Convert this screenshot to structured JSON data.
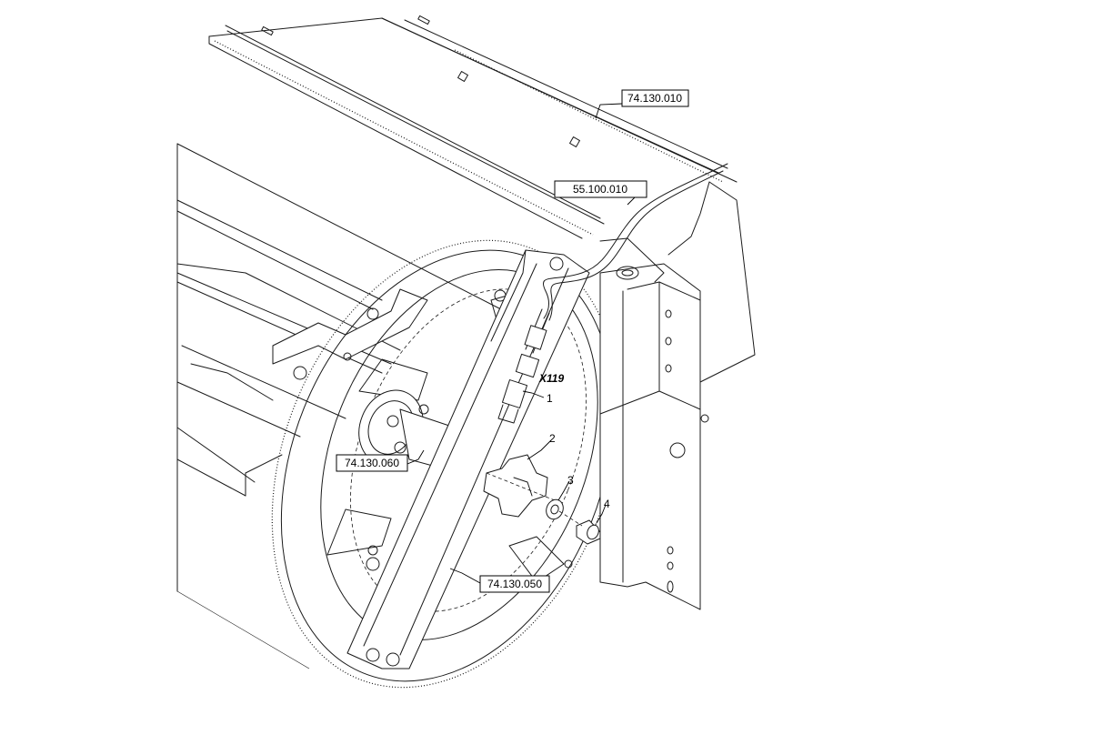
{
  "references": {
    "ref_top": "74.130.010",
    "ref_harness": "55.100.010",
    "ref_left": "74.130.060",
    "ref_bottom": "74.130.050"
  },
  "connector": "X119",
  "callouts": {
    "item1": "1",
    "item2": "2",
    "item3": "3",
    "item4": "4"
  }
}
